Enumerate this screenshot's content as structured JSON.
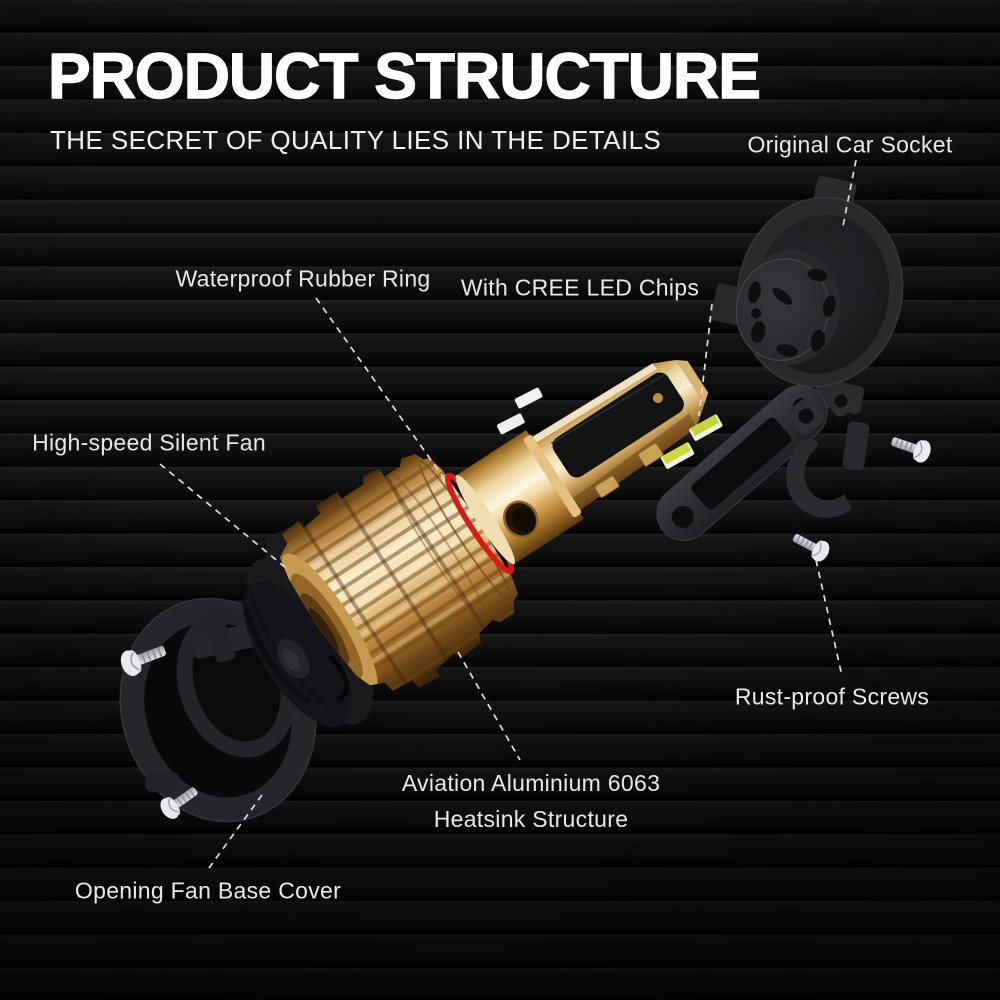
{
  "header": {
    "title": "PRODUCT STRUCTURE",
    "subtitle": "THE SECRET OF QUALITY LIES IN THE DETAILS"
  },
  "callouts": [
    {
      "id": "original-car-socket",
      "label": "Original Car Socket"
    },
    {
      "id": "waterproof-rubber-ring",
      "label": "Waterproof Rubber Ring"
    },
    {
      "id": "cree-led-chips",
      "label": "With CREE LED Chips"
    },
    {
      "id": "high-speed-silent-fan",
      "label": "High-speed Silent Fan"
    },
    {
      "id": "rust-proof-screws",
      "label": "Rust-proof Screws"
    },
    {
      "id": "aviation-aluminium-heatsink",
      "lines": [
        "Aviation Aluminium 6063",
        "Heatsink Structure"
      ]
    },
    {
      "id": "opening-fan-base-cover",
      "label": "Opening Fan Base Cover"
    }
  ],
  "colors": {
    "background": "#060606",
    "stripe": "#181818",
    "title_text": "#ffffff",
    "label_text": "#e9e9e9",
    "gold_highlight": "#fbf0d4",
    "gold_mid": "#d9ab62",
    "gold_shadow": "#6b4416",
    "red_ring": "#d81a18",
    "led_chip_green": "#cbd83f",
    "dark_part": "#2a2a2d",
    "screw_silver": "#e9e9ee"
  }
}
